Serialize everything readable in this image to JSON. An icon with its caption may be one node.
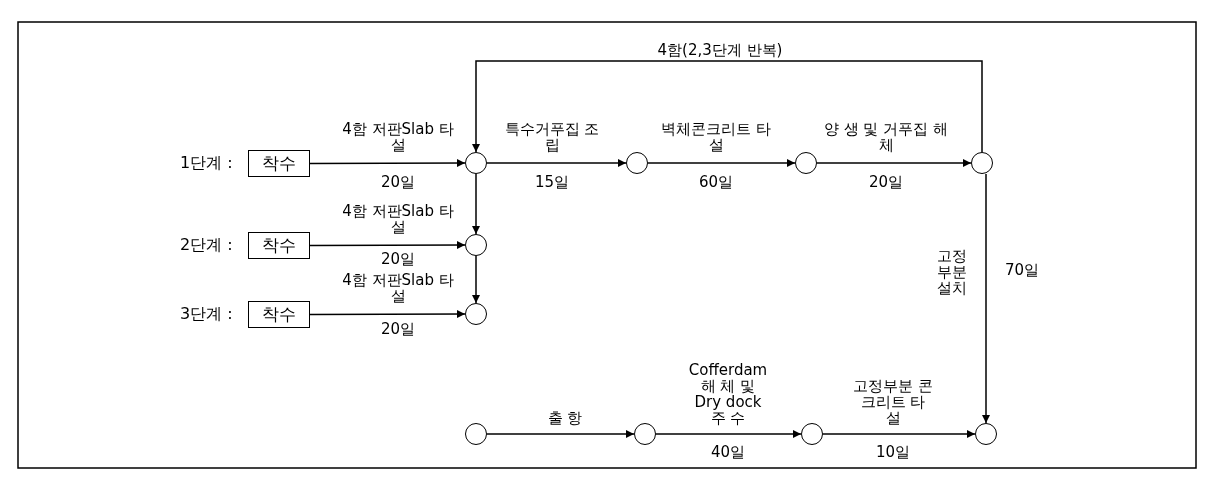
{
  "diagram": {
    "nodes": [
      {
        "text": [
          "착수"
        ],
        "beside": [
          "1단계 :"
        ]
      },
      {
        "text": [
          "착수"
        ],
        "beside": [
          "2단계 :"
        ]
      },
      {
        "text": [
          "착수"
        ],
        "beside": [
          "3단계 :"
        ]
      },
      {
        "text": [],
        "shape": "circle"
      },
      {
        "text": [],
        "shape": "circle"
      },
      {
        "text": [],
        "shape": "circle"
      },
      {
        "text": [],
        "shape": "circle"
      },
      {
        "text": [],
        "shape": "circle"
      },
      {
        "text": [],
        "shape": "circle"
      },
      {
        "text": [],
        "shape": "circle"
      },
      {
        "text": [],
        "shape": "circle"
      },
      {
        "text": [],
        "shape": "circle"
      },
      {
        "text": [],
        "shape": "circle"
      }
    ],
    "edges": [
      {
        "from": 0,
        "to": 3,
        "arrow": "to",
        "label": "4함 저판Slab 타 설"
      },
      {
        "from": 3,
        "to": 4,
        "arrow": "to",
        "label": "특수거푸집 조 립"
      },
      {
        "from": 4,
        "to": 5,
        "arrow": "to",
        "label": "벽체콘크리트 타 설"
      },
      {
        "from": 5,
        "to": 6,
        "arrow": "to",
        "label": "양 생 및 거푸집 해체"
      },
      {
        "from": 6,
        "to": 3,
        "arrow": "to",
        "label": "4함(2,3단계 반복)"
      },
      {
        "from": 1,
        "to": 7,
        "arrow": "to",
        "label": "4함 저판Slab 타 설"
      },
      {
        "from": 3,
        "to": 7,
        "arrow": "to"
      },
      {
        "from": 2,
        "to": 8,
        "arrow": "to",
        "label": "4함 저판Slab 타 설"
      },
      {
        "from": 7,
        "to": 8,
        "arrow": "to"
      },
      {
        "from": 6,
        "to": 12,
        "arrow": "to",
        "label": "고정 부분 설치"
      },
      {
        "from": 9,
        "to": 10,
        "arrow": "to",
        "label": "출 항"
      },
      {
        "from": 10,
        "to": 11,
        "arrow": "to",
        "label": "Cofferdam 해 체 및 Dry dock 주 수"
      },
      {
        "from": 11,
        "to": 12,
        "arrow": "to",
        "label": "고정부분 콘크리트 타 설"
      }
    ],
    "labels": [
      "20일",
      "15일",
      "60일",
      "20일",
      "20일",
      "20일",
      "70일",
      "40일",
      "10일"
    ]
  }
}
